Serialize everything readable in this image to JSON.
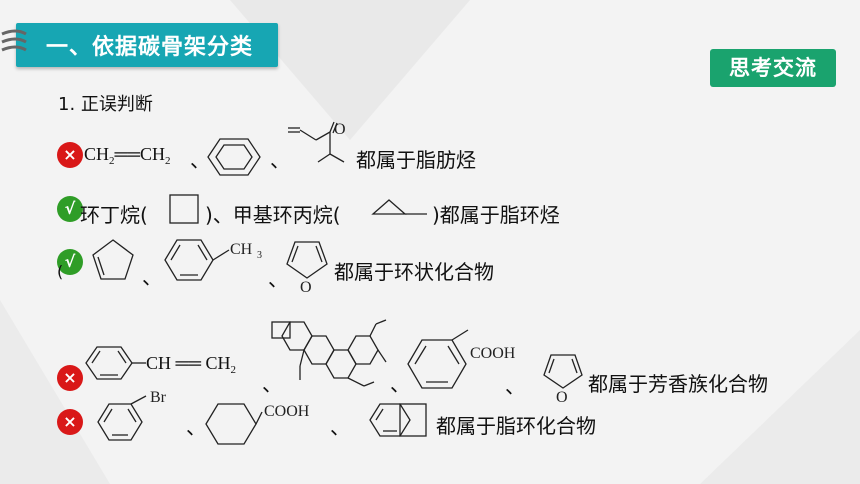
{
  "header": {
    "title": "一、依据碳骨架分类"
  },
  "think_button": {
    "label": "思考交流"
  },
  "section": {
    "subtitle": "1. 正误判断"
  },
  "items": [
    {
      "status": "wrong",
      "mark": "×",
      "formula_ch2_a": "CH",
      "formula_sub_a": "2",
      "formula_eq": "══CH",
      "formula_sub_b": "2",
      "sep1": "、",
      "sep2": "、",
      "carbonyl_o": "O",
      "text": "都属于脂肪烃"
    },
    {
      "status": "right",
      "mark": "√",
      "text_a": "环丁烷(",
      "text_b": ")、甲基环丙烷(",
      "text_c": ")都属于脂环烃"
    },
    {
      "status": "right",
      "mark": "√",
      "paren": "(",
      "sep1": "、",
      "ch3": "CH",
      "ch3_sub": "3",
      "sep2": "、",
      "furan_o": "O",
      "text": "都属于环状化合物"
    },
    {
      "status": "wrong",
      "mark": "×",
      "vinyl": "CH ══ CH",
      "vinyl_sub": "2",
      "sep1": "、",
      "sep2": "、",
      "cooh": "COOH",
      "sep3": "、",
      "furan_o": "O",
      "text": "都属于芳香族化合物"
    },
    {
      "status": "wrong",
      "mark": "×",
      "br": "Br",
      "sep1": "、",
      "cooh": "COOH",
      "sep2": "、",
      "text": "都属于脂环化合物"
    }
  ],
  "colors": {
    "title_bar": "#17a6b3",
    "think_button": "#1aa36e",
    "wrong": "#d91818",
    "right": "#2f9d27"
  },
  "icons": [
    "ring-binder-icon",
    "wrong-mark-icon",
    "right-mark-icon"
  ]
}
